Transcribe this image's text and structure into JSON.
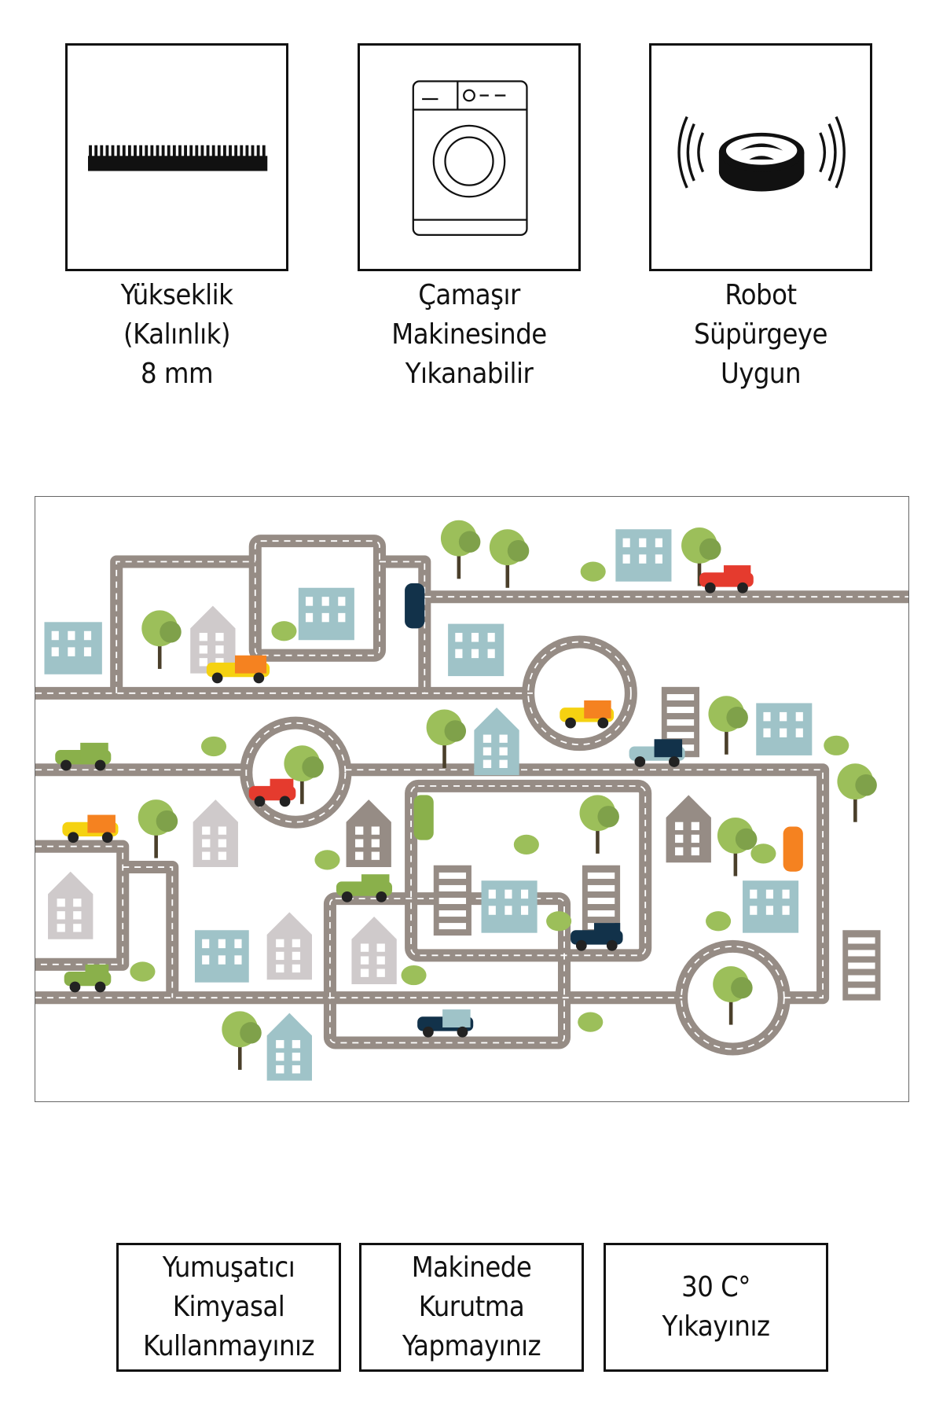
{
  "features": [
    {
      "icon": "pile-height-icon",
      "lines": [
        "Yükseklik",
        "(Kalınlık)",
        "8 mm"
      ]
    },
    {
      "icon": "washing-machine-icon",
      "lines": [
        "Çamaşır",
        "Makinesinde",
        "Yıkanabilir"
      ]
    },
    {
      "icon": "robot-vacuum-icon",
      "lines": [
        "Robot",
        "Süpürgeye",
        "Uygun"
      ]
    }
  ],
  "care": [
    {
      "lines": [
        "Yumuşatıcı",
        "Kimyasal",
        "Kullanmayınız"
      ]
    },
    {
      "lines": [
        "Makinede",
        "Kurutma",
        "Yapmayınız"
      ]
    },
    {
      "lines": [
        "30 C°",
        "Yıkayınız"
      ]
    }
  ],
  "colors": {
    "road": "#968c85",
    "building_blue": "#9fc3c8",
    "house_grey": "#cfcacb",
    "tree": "#9cbf5a"
  }
}
